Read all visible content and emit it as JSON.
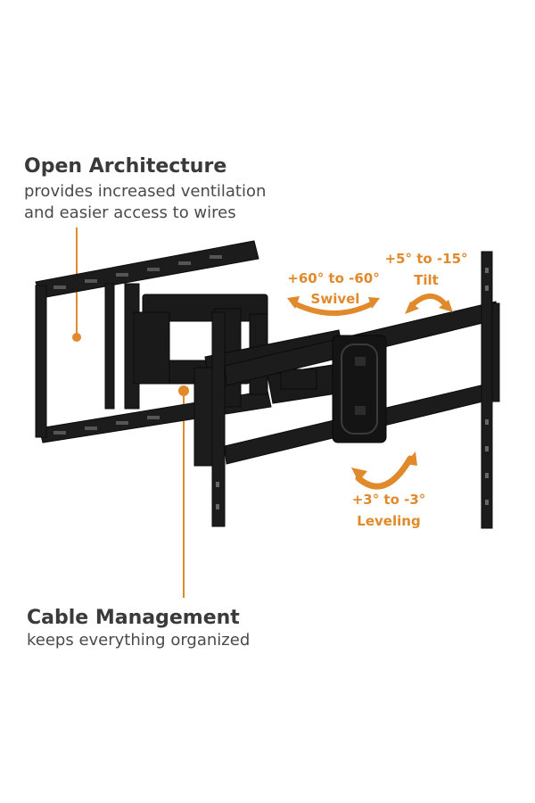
{
  "callouts": {
    "open_architecture": {
      "title": "Open Architecture",
      "line1": "provides increased ventilation",
      "line2": "and easier access to wires"
    },
    "cable_management": {
      "title": "Cable Management",
      "line1": "keeps everything organized"
    }
  },
  "motion": {
    "swivel_range": "+60° to -60°",
    "swivel_label": "Swivel",
    "tilt_range": "+5° to -15°",
    "tilt_label": "Tilt",
    "level_range": "+3° to -3°",
    "level_label": "Leveling"
  },
  "colors": {
    "accent": "#e08a2b",
    "metal": "#1c1c1c"
  }
}
